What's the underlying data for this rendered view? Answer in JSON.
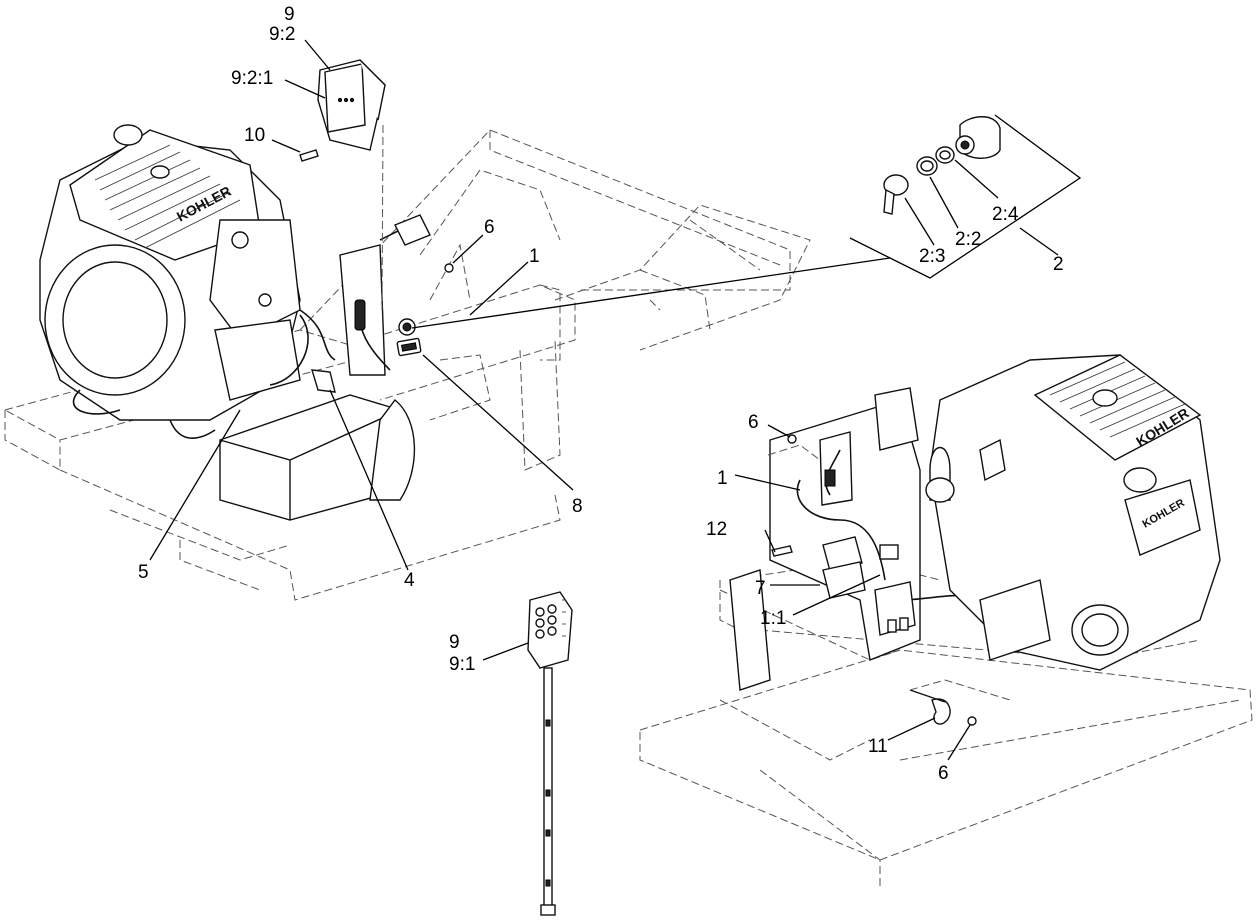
{
  "diagram": {
    "callouts": {
      "c9_top": "9",
      "c9_2_top": "9:2",
      "c9_2_1": "9:2:1",
      "c10": "10",
      "c6_a": "6",
      "c1_a": "1",
      "c2": "2",
      "c2_2": "2:2",
      "c2_3": "2:3",
      "c2_4": "2:4",
      "c8": "8",
      "c5": "5",
      "c4": "4",
      "c9_bottom": "9",
      "c9_1": "9:1",
      "c6_b": "6",
      "c1_b": "1",
      "c12": "12",
      "c7": "7",
      "c1_1": "1:1",
      "c11": "11",
      "c6_c": "6"
    },
    "engine_logo_left": "KOHLER",
    "engine_logo_right": "KOHLER",
    "engine_logo_right_small": "KOHLER"
  }
}
